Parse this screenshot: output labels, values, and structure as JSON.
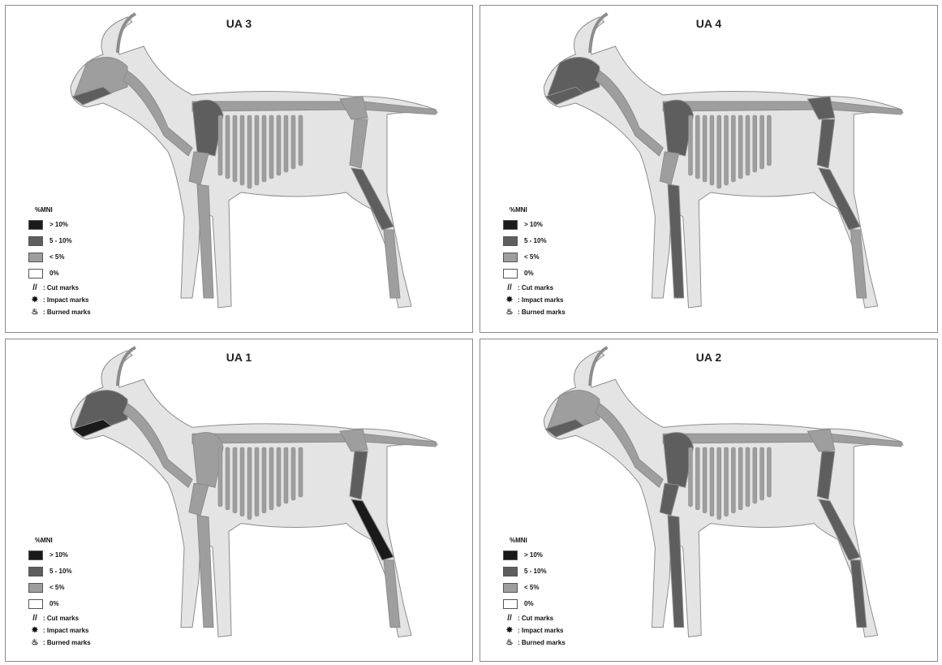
{
  "colors": {
    "gt10": "#1a1a1a",
    "p5_10": "#5e5e5e",
    "lt5": "#9e9e9e",
    "zero": "#ffffff",
    "body_fill": "#e4e4e4",
    "outline": "#8c8c8c"
  },
  "legend": {
    "header": "%MNI",
    "classes": [
      {
        "label": "> 10%",
        "level": "gt10"
      },
      {
        "label": "5 - 10%",
        "level": "p5_10"
      },
      {
        "label": "< 5%",
        "level": "lt5"
      },
      {
        "label": "0%",
        "level": "zero"
      }
    ],
    "marks": [
      {
        "icon": "cut-marks-icon",
        "symbol": "//",
        "label": ": Cut marks"
      },
      {
        "icon": "impact-marks-icon",
        "symbol": "✸",
        "label": ": Impact marks"
      },
      {
        "icon": "burned-marks-icon",
        "symbol": "♨",
        "label": ": Burned marks"
      }
    ]
  },
  "panels": [
    {
      "title": "UA 3",
      "levels": {
        "skull": "lt5",
        "mandible": "p5_10",
        "neck": "lt5",
        "spine": "lt5",
        "scapula": "p5_10",
        "humerus": "lt5",
        "ribs": "lt5",
        "foreleg": "lt5",
        "pelvis": "lt5",
        "femur": "lt5",
        "hindleg": "p5_10",
        "metatarsal": "lt5"
      }
    },
    {
      "title": "UA 4",
      "levels": {
        "skull": "p5_10",
        "mandible": "p5_10",
        "neck": "lt5",
        "spine": "lt5",
        "scapula": "p5_10",
        "humerus": "lt5",
        "ribs": "lt5",
        "foreleg": "p5_10",
        "pelvis": "p5_10",
        "femur": "p5_10",
        "hindleg": "p5_10",
        "metatarsal": "lt5"
      }
    },
    {
      "title": "UA 1",
      "levels": {
        "skull": "p5_10",
        "mandible": "gt10",
        "neck": "lt5",
        "spine": "lt5",
        "scapula": "lt5",
        "humerus": "lt5",
        "ribs": "lt5",
        "foreleg": "lt5",
        "pelvis": "lt5",
        "femur": "p5_10",
        "hindleg": "gt10",
        "metatarsal": "lt5"
      }
    },
    {
      "title": "UA 2",
      "levels": {
        "skull": "lt5",
        "mandible": "p5_10",
        "neck": "lt5",
        "spine": "lt5",
        "scapula": "p5_10",
        "humerus": "p5_10",
        "ribs": "lt5",
        "foreleg": "p5_10",
        "pelvis": "lt5",
        "femur": "p5_10",
        "hindleg": "p5_10",
        "metatarsal": "p5_10"
      }
    }
  ]
}
